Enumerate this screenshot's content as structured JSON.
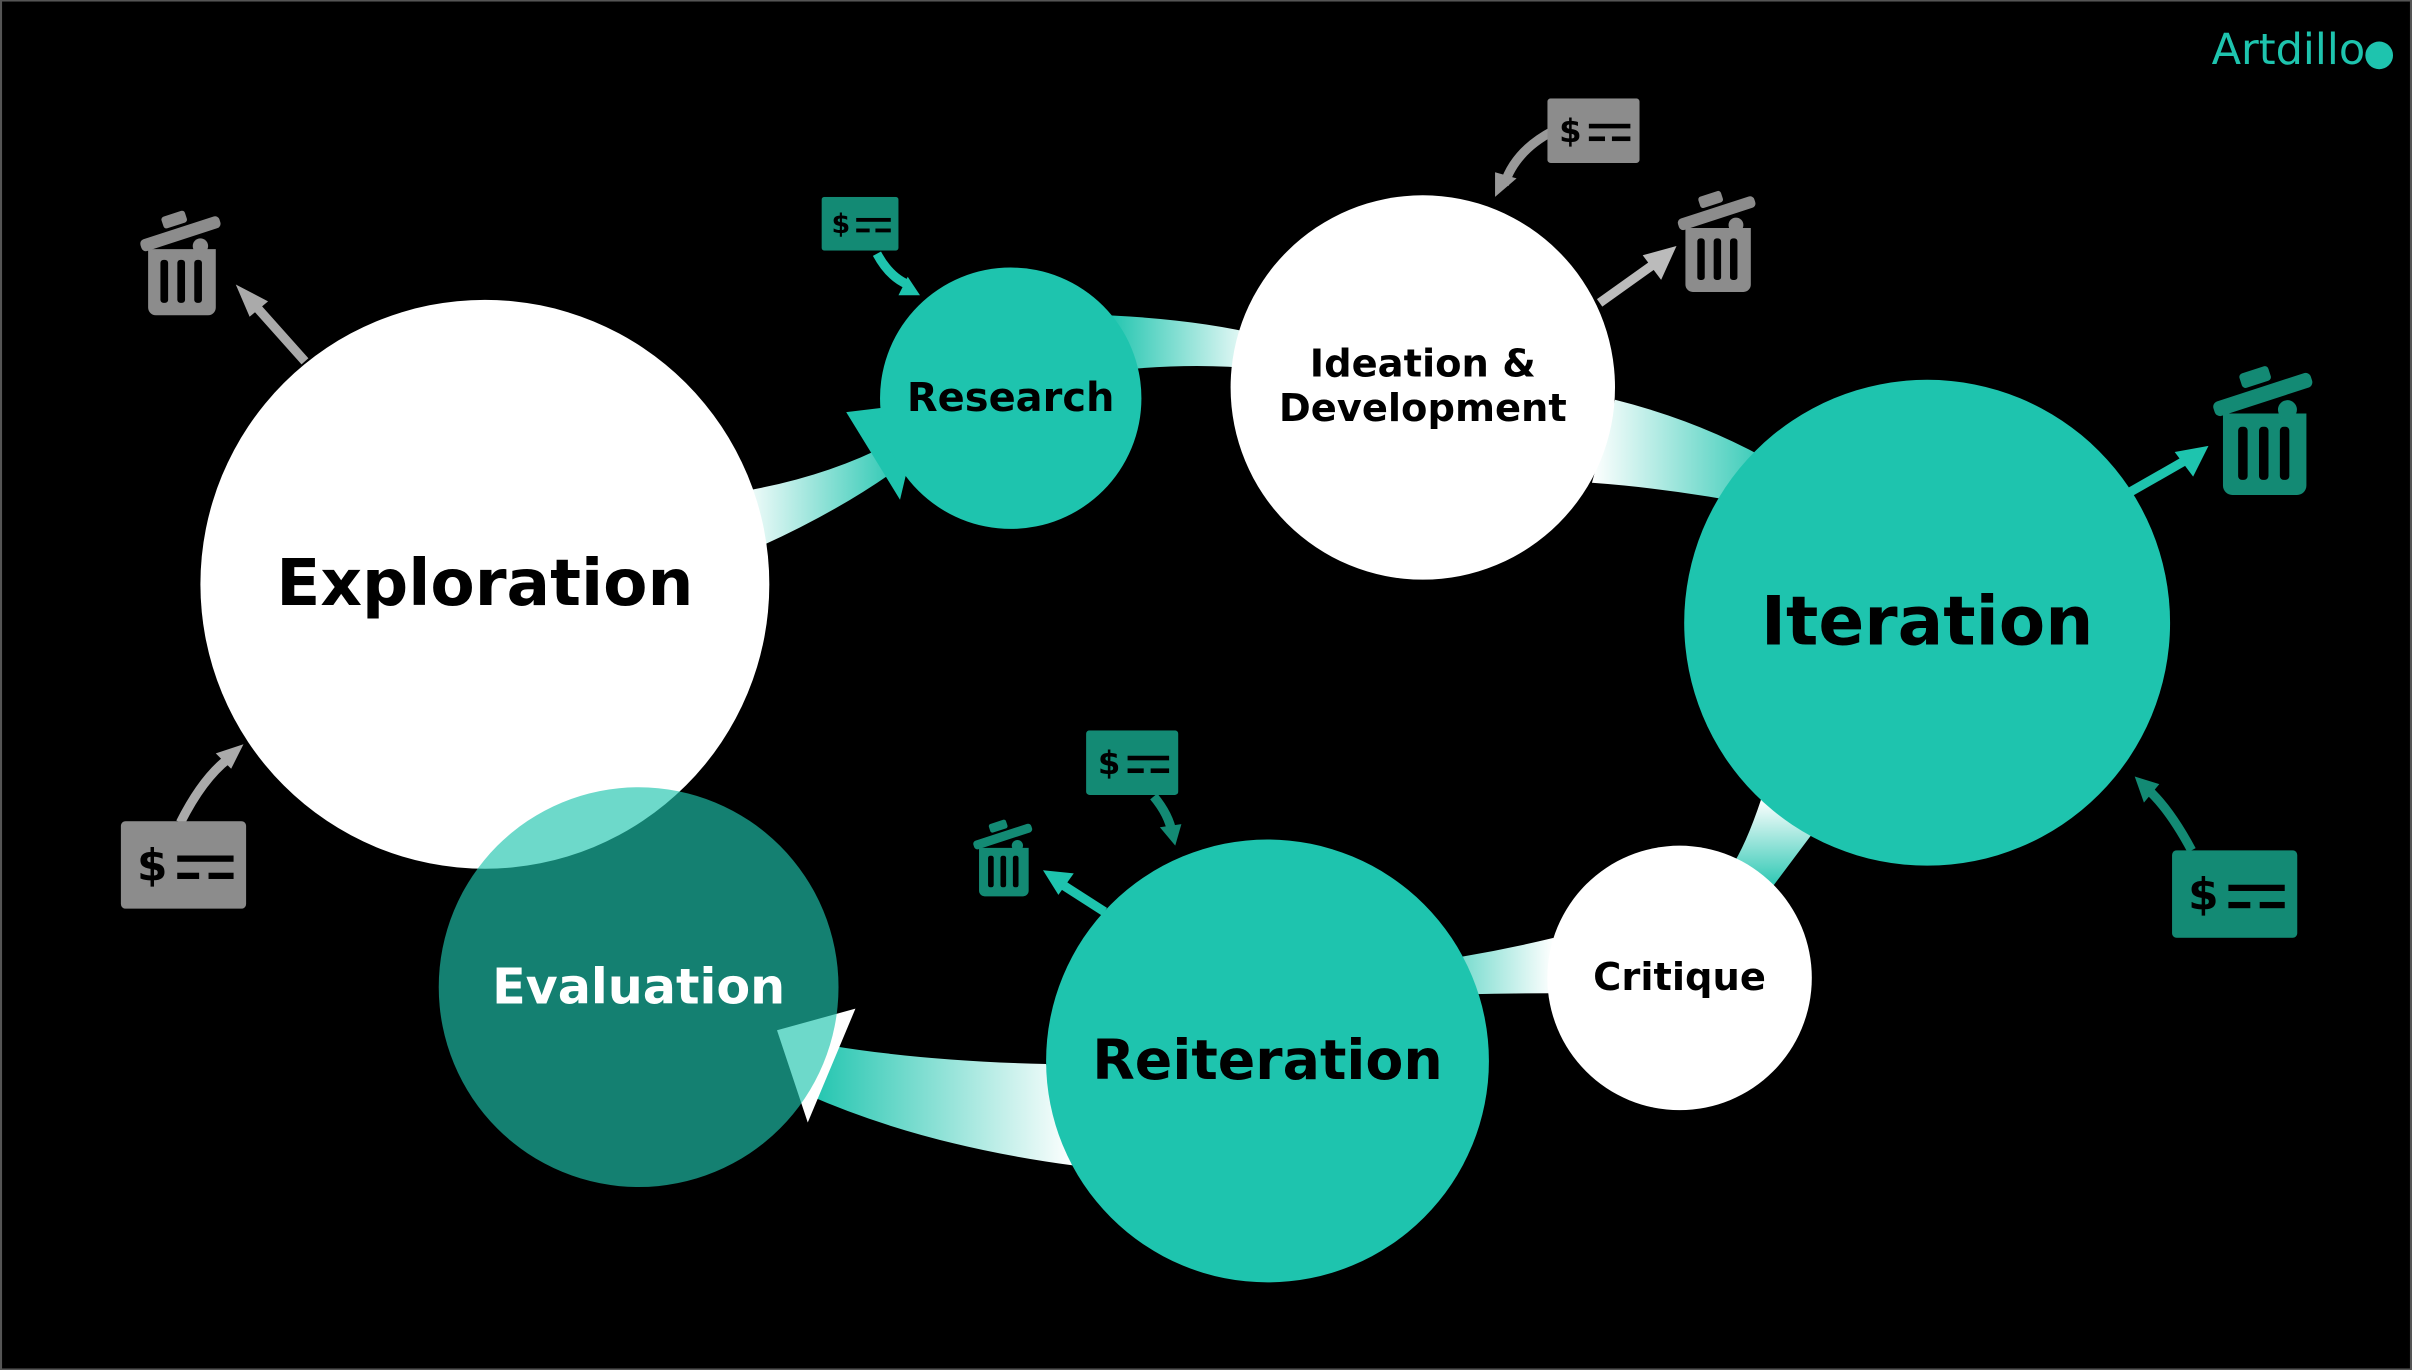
{
  "logo": {
    "text": "Artdillo",
    "color": "#1ec4ae"
  },
  "colors": {
    "teal": "#1ec4ae",
    "dark_teal": "#138a74",
    "gray": "#8c8c8c",
    "white": "#ffffff",
    "background": "#000000"
  },
  "nodes": {
    "exploration": "Exploration",
    "research": "Research",
    "ideation_1": "Ideation &",
    "ideation_2": "Development",
    "iteration": "Iteration",
    "critique": "Critique",
    "reiteration": "Reiteration",
    "evaluation": "Evaluation"
  },
  "icons": [
    "trash-icon",
    "money-check-icon"
  ]
}
